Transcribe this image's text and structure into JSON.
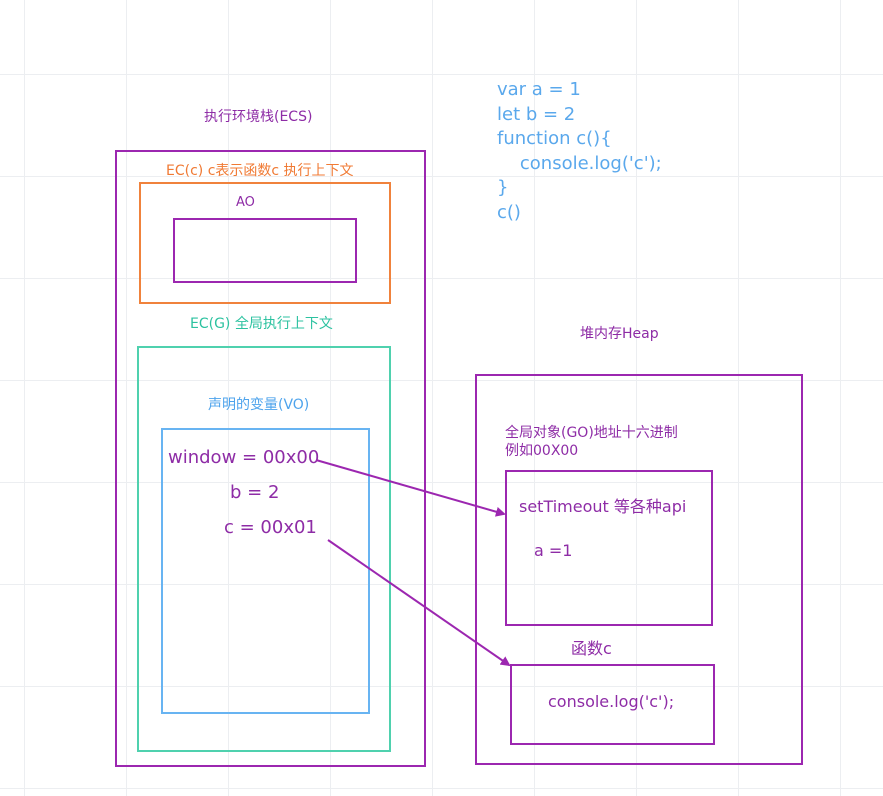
{
  "code_lines": [
    "var a = 1",
    "let b = 2",
    "function c(){",
    "    console.log('c');",
    "}",
    "c()"
  ],
  "ecs": {
    "title": "执行环境栈(ECS)",
    "ec_c": {
      "title": "EC(c) c表示函数c 执行上下文",
      "ao_label": "AO"
    },
    "ec_g": {
      "title": "EC(G) 全局执行上下文",
      "vo_label": "声明的变量(VO)",
      "vars": [
        "window = 00x00",
        "b = 2",
        "c = 00x01"
      ]
    }
  },
  "heap": {
    "title": "堆内存Heap",
    "go_label_line1": "全局对象(GO)地址十六进制",
    "go_label_line2": "例如00X00",
    "go_content": [
      "setTimeout 等各种api",
      "a =1"
    ],
    "func_label": "函数c",
    "func_content": "console.log('c');"
  },
  "colors": {
    "purple": "#9c27b0",
    "orange": "#f0823c",
    "teal": "#4fd1ae",
    "blue": "#68b4f2",
    "code": "#5aa8ec"
  }
}
